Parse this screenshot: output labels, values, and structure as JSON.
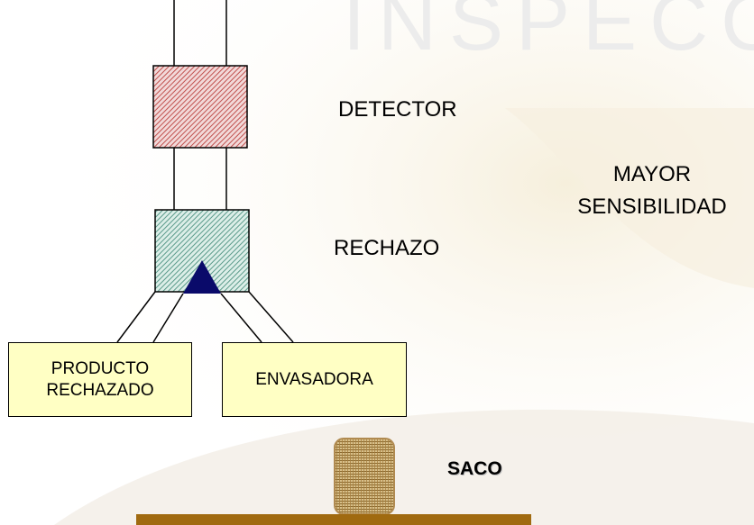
{
  "labels": {
    "detector": "DETECTOR",
    "rechazo": "RECHAZO",
    "mayor_sensibilidad": "MAYOR\nSENSIBILIDAD",
    "saco": "SACO"
  },
  "boxes": {
    "producto_rechazado": "PRODUCTO\nRECHAZADO",
    "envasadora": "ENVASADORA"
  },
  "watermark": "INSPECC",
  "colors": {
    "detector_hatch": "#c0504d",
    "rechazo_hatch": "#5a9a8a",
    "deflector": "#0a0a6a",
    "box_fill": "#ffffc4",
    "conveyor": "#a06a10",
    "background_swoosh": "#f3ecd9",
    "saco": "#b08a50"
  },
  "icons": [
    "deflector-triangle-icon",
    "sack-icon"
  ]
}
